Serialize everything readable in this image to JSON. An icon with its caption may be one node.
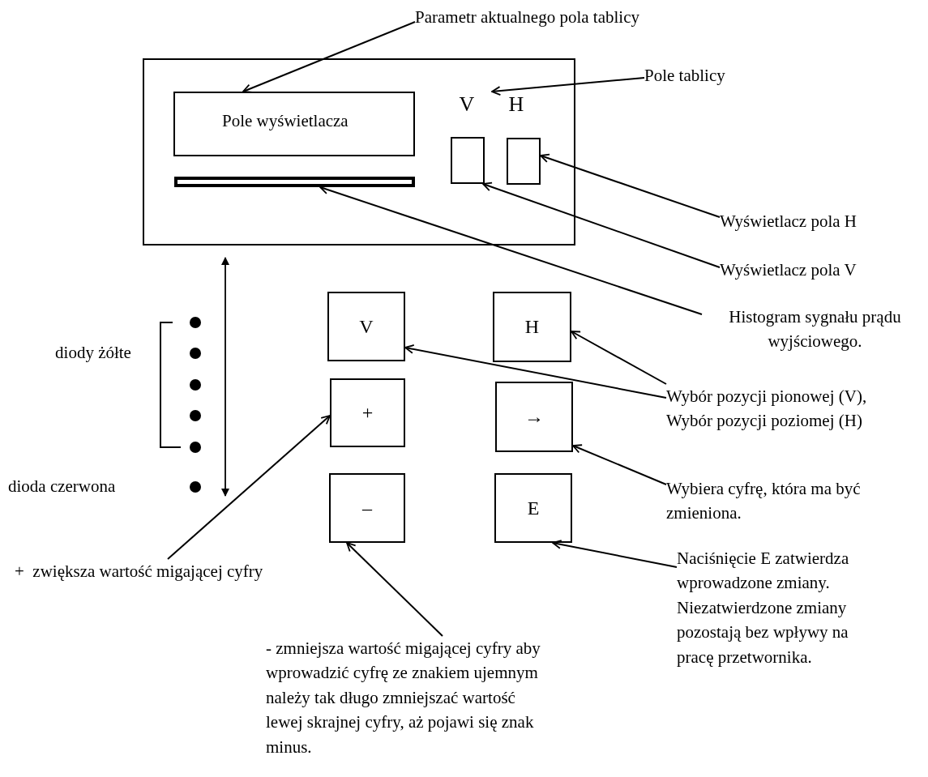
{
  "diagram": {
    "nodes": [
      {
        "text": [],
        "shape": "box"
      },
      {
        "text": [
          "Pole wyświetlacza"
        ],
        "in": 0
      },
      {
        "text": [],
        "shape": "bar",
        "in": 0
      },
      {
        "text": [],
        "shape": "box",
        "in": 0
      },
      {
        "text": [],
        "shape": "box",
        "in": 0
      },
      {
        "text": [
          "V"
        ]
      },
      {
        "text": [
          "H"
        ]
      },
      {
        "text": [
          "+"
        ]
      },
      {
        "text": [
          "→"
        ]
      },
      {
        "text": [
          "–"
        ]
      },
      {
        "text": [
          "E"
        ]
      },
      {
        "text": [
          "Parametr aktualnego pola tablicy"
        ]
      },
      {
        "text": [
          "Pole tablicy"
        ]
      },
      {
        "text": [
          "Wyświetlacz pola H"
        ]
      },
      {
        "text": [
          "Wyświetlacz pola V"
        ]
      },
      {
        "text": [
          "Histogram sygnału prądu wyjściowego."
        ]
      },
      {
        "text": [
          "Wybór pozycji pionowej (V), Wybór pozycji poziomej (H)"
        ]
      },
      {
        "text": [
          "Wybiera cyfrę, która ma być zmieniona."
        ]
      },
      {
        "text": [
          "Naciśnięcie E zatwierdza wprowadzone zmiany. Niezatwierdzone zmiany pozostają bez wpływy na pracę przetwornika."
        ]
      },
      {
        "text": [
          "+  zwiększa wartość migającej cyfry"
        ]
      },
      {
        "text": [
          "- zmniejsza wartość migającej cyfry aby wprowadzić cyfrę ze znakiem ujemnym należy tak długo zmniejszać wartość lewej skrajnej cyfry, aż pojawi się znak minus."
        ]
      }
    ],
    "edges": [
      {
        "from": 11,
        "to": 1,
        "arrow": "to"
      },
      {
        "from": 12,
        "to": null,
        "arrow": "to"
      },
      {
        "from": 13,
        "to": 4,
        "arrow": "to"
      },
      {
        "from": 14,
        "to": 3,
        "arrow": "to"
      },
      {
        "from": 15,
        "to": 2,
        "arrow": "to"
      },
      {
        "from": 16,
        "to": 5,
        "arrow": "to"
      },
      {
        "from": 16,
        "to": 6,
        "arrow": "to"
      },
      {
        "from": 17,
        "to": 8,
        "arrow": "to"
      },
      {
        "from": 18,
        "to": 10,
        "arrow": "to"
      },
      {
        "from": 19,
        "to": 7,
        "arrow": "to"
      },
      {
        "from": 20,
        "to": 9,
        "arrow": "to"
      }
    ],
    "labels": [
      "V",
      "H",
      "diody żółte",
      "dioda czerwona"
    ]
  }
}
